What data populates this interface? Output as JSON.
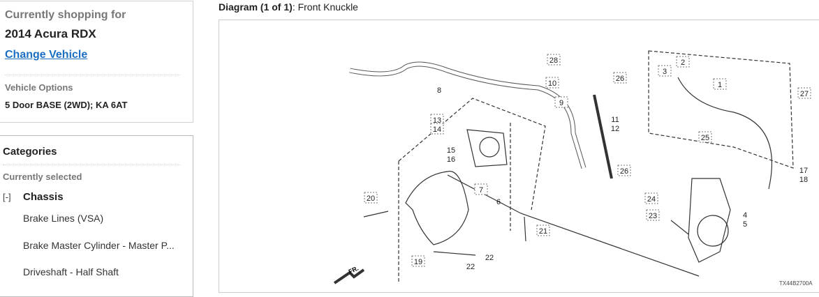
{
  "vehicle": {
    "heading": "Currently shopping for",
    "name": "2014 Acura RDX",
    "change_link": "Change Vehicle",
    "options_label": "Vehicle Options",
    "options_value": "5 Door BASE (2WD); KA 6AT"
  },
  "categories": {
    "heading": "Categories",
    "selected_label": "Currently selected",
    "toggle": "[-]",
    "current": "Chassis",
    "items": [
      "Brake Lines (VSA)",
      "Brake Master Cylinder - Master P...",
      "Driveshaft - Half Shaft"
    ]
  },
  "diagram": {
    "title_prefix": "Diagram (1 of 1)",
    "title_suffix": ": Front Knuckle",
    "code": "TX44B2700A",
    "front_label": "FR.",
    "callouts": [
      "28",
      "10",
      "26",
      "9",
      "11",
      "12",
      "13",
      "14",
      "15",
      "16",
      "7",
      "6",
      "20",
      "21",
      "19",
      "22",
      "22",
      "26",
      "24",
      "23",
      "4",
      "5",
      "3",
      "2",
      "1",
      "25",
      "27",
      "17",
      "18",
      "8"
    ]
  }
}
